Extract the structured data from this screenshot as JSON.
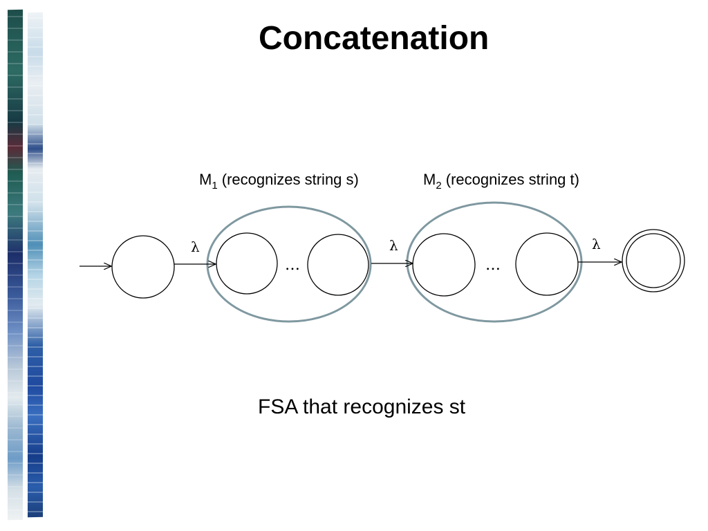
{
  "slide": {
    "title": "Concatenation",
    "subtitle": "FSA that recognizes st"
  },
  "diagram": {
    "machines": [
      {
        "name": "M",
        "subscript": "1",
        "description": " (recognizes string s)"
      },
      {
        "name": "M",
        "subscript": "2",
        "description": " (recognizes string t)"
      }
    ],
    "transition_label": "λ",
    "ellipsis": "…",
    "colors": {
      "machine_outline": "#7f98a0",
      "state_stroke": "#000000"
    }
  }
}
